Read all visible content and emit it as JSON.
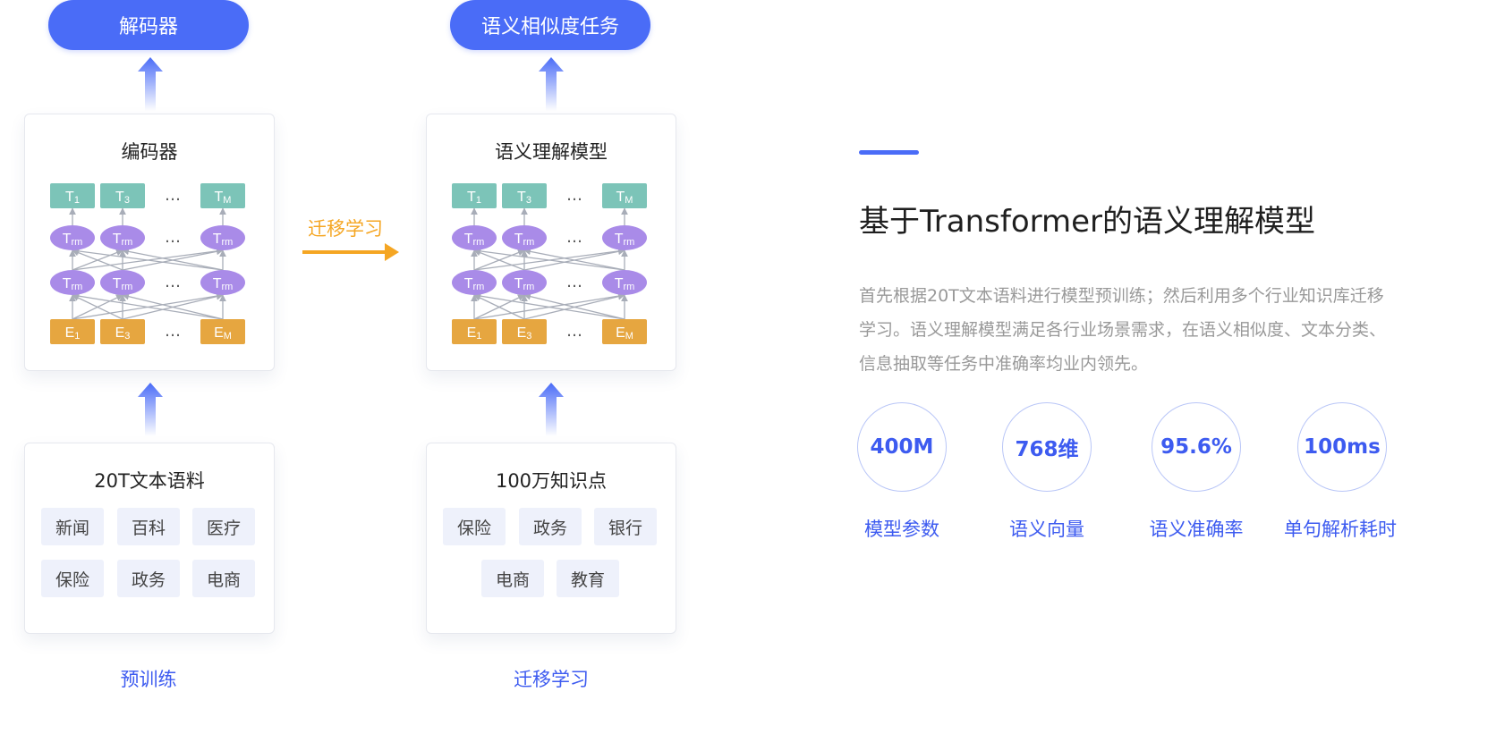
{
  "pretrain": {
    "output_label": "解码器",
    "model_title": "编码器",
    "corpus_title": "20T文本语料",
    "corpus_tags": [
      "新闻",
      "百科",
      "医疗",
      "保险",
      "政务",
      "电商"
    ],
    "stage_label": "预训练"
  },
  "transfer": {
    "output_label": "语义相似度任务",
    "model_title": "语义理解模型",
    "corpus_title": "100万知识点",
    "corpus_tags": [
      "保险",
      "政务",
      "银行",
      "电商",
      "教育"
    ],
    "stage_label": "迁移学习",
    "arrow_label": "迁移学习"
  },
  "network": {
    "output_tokens": [
      "T",
      "T",
      "T"
    ],
    "output_subs": [
      "1",
      "3",
      "M"
    ],
    "layer_tokens": [
      "T",
      "T",
      "T"
    ],
    "layer_subs": [
      "rm",
      "rm",
      "rm"
    ],
    "input_tokens": [
      "E",
      "E",
      "E"
    ],
    "input_subs": [
      "1",
      "3",
      "M"
    ],
    "ellipsis": "…",
    "colors": {
      "output": "#7cc4b8",
      "layer": "#a98be8",
      "input": "#e6a640",
      "edge": "#a8adb8"
    }
  },
  "info": {
    "title": "基于Transformer的语义理解模型",
    "description": "首先根据20T文本语料进行模型预训练；然后利用多个行业知识库迁移学习。语义理解模型满足各行业场景需求，在语义相似度、文本分类、信息抽取等任务中准确率均业内领先。",
    "stats": [
      {
        "value": "400M",
        "label": "模型参数"
      },
      {
        "value": "768维",
        "label": "语义向量"
      },
      {
        "value": "95.6%",
        "label": "语义准确率"
      },
      {
        "value": "100ms",
        "label": "单句解析耗时"
      }
    ]
  },
  "colors": {
    "accent": "#4a6cf7",
    "orange": "#f5a623",
    "tag_bg": "#eef1fb"
  }
}
